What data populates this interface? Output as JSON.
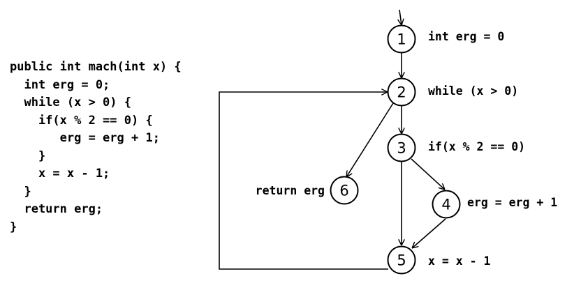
{
  "code": {
    "lines": [
      "public int mach(int x) {",
      "  int erg = 0;",
      "  while (x > 0) {",
      "    if(x % 2 == 0) {",
      "       erg = erg + 1;",
      "    }",
      "    x = x - 1;",
      "  }",
      "  return erg;",
      "}"
    ]
  },
  "graph": {
    "nodes": [
      {
        "id": "1",
        "label": "int erg = 0"
      },
      {
        "id": "2",
        "label": "while (x > 0)"
      },
      {
        "id": "3",
        "label": "if(x % 2 == 0)"
      },
      {
        "id": "4",
        "label": "erg = erg + 1"
      },
      {
        "id": "5",
        "label": "x = x - 1"
      },
      {
        "id": "6",
        "label": "return erg"
      }
    ],
    "edges": [
      [
        "start",
        "1"
      ],
      [
        "1",
        "2"
      ],
      [
        "2",
        "3"
      ],
      [
        "2",
        "6"
      ],
      [
        "3",
        "4"
      ],
      [
        "3",
        "5"
      ],
      [
        "4",
        "5"
      ],
      [
        "5",
        "2"
      ]
    ]
  }
}
